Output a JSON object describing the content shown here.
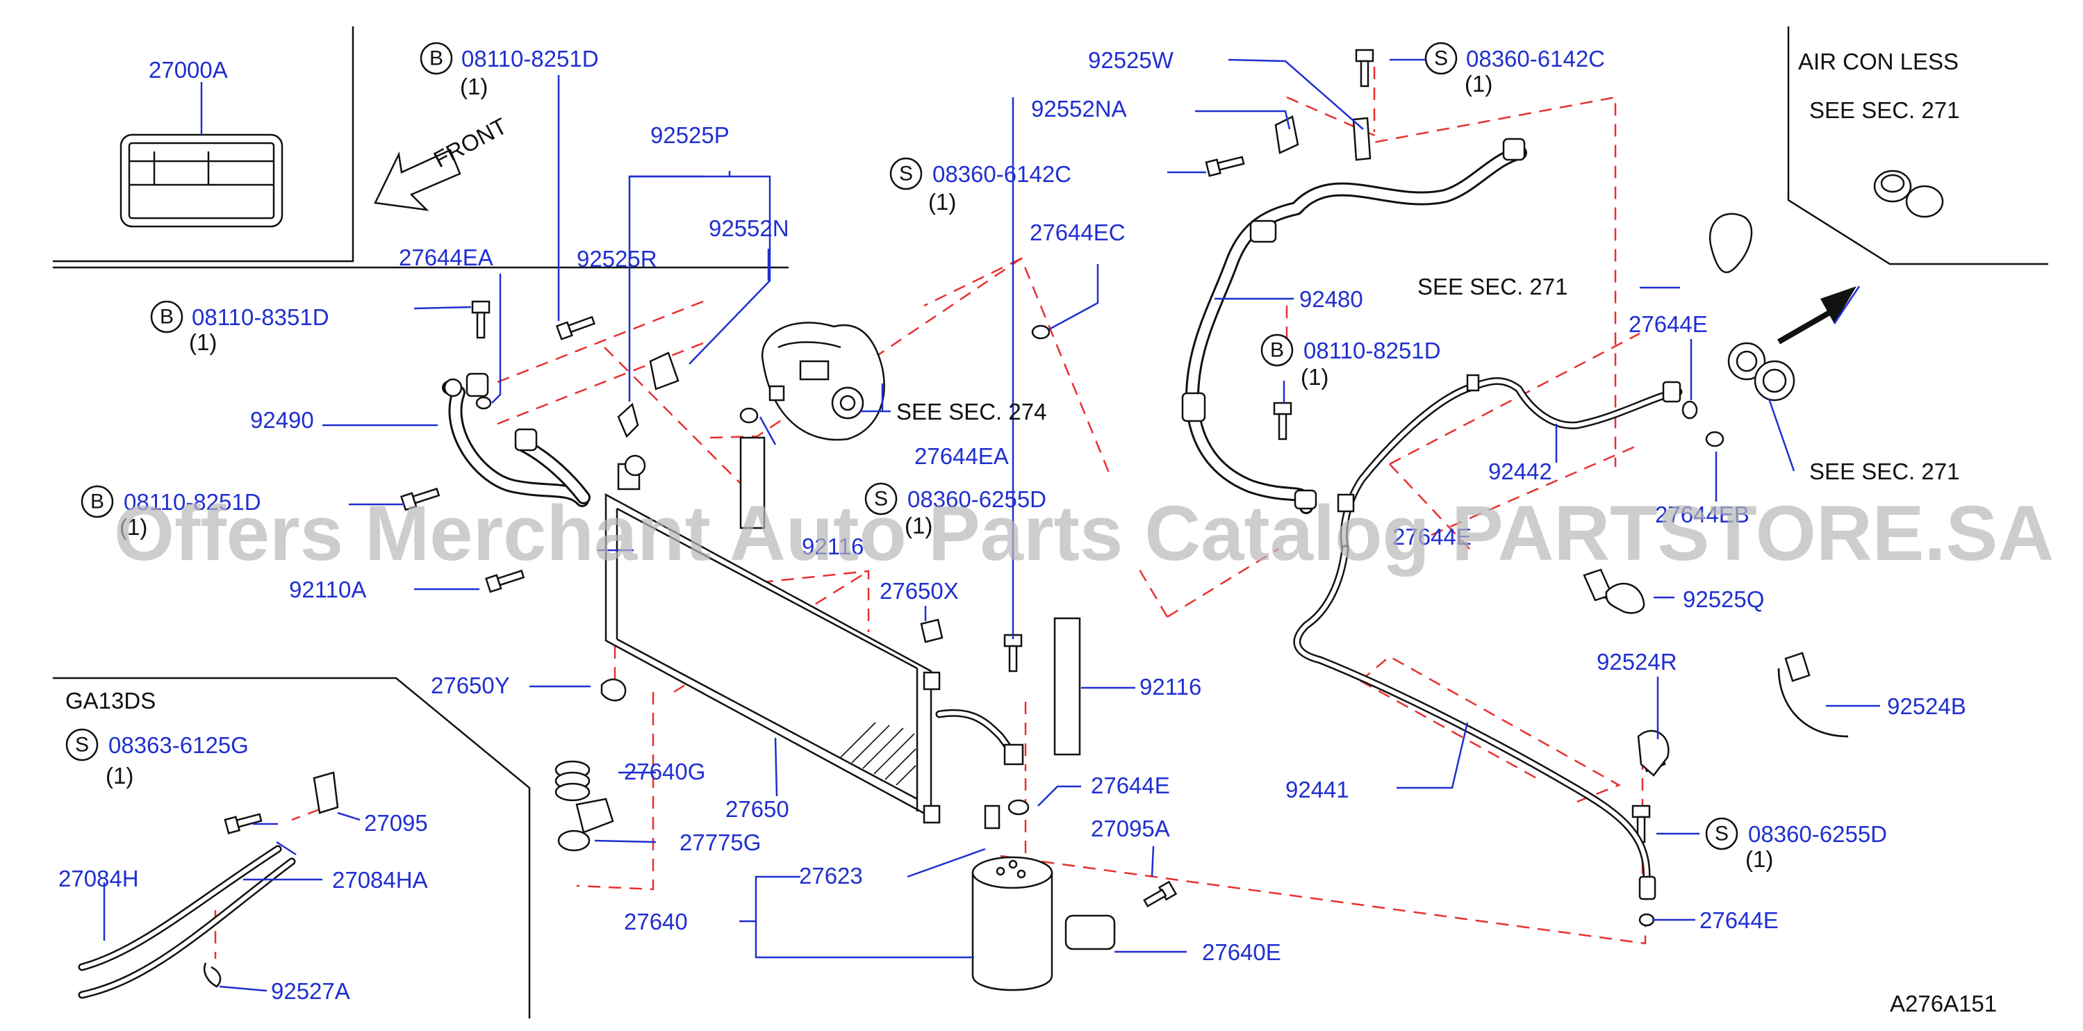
{
  "labels": {
    "p27000A": "27000A",
    "front": "FRONT",
    "p27644EA_1": "27644EA",
    "p27644EA_2": "27644EA",
    "p92490": "92490",
    "p92110A": "92110A",
    "p92525P": "92525P",
    "p92525R": "92525R",
    "p92552N": "92552N",
    "p92116_1": "92116",
    "p27650X": "27650X",
    "p27650Y": "27650Y",
    "p27640G": "27640G",
    "p27775G": "27775G",
    "p27650": "27650",
    "p92116_2": "92116",
    "p27644E_1": "27644E",
    "p27095A": "27095A",
    "p27623": "27623",
    "p27640": "27640",
    "p27640E": "27640E",
    "p27644EC": "27644EC",
    "p92525W": "92525W",
    "p92552NA": "92552NA",
    "p92480": "92480",
    "p92442": "92442",
    "p27644E_2": "27644E",
    "p27644EB": "27644EB",
    "p27644E_3": "27644E",
    "p92525Q": "92525Q",
    "p92524R": "92524R",
    "p92524B": "92524B",
    "p92441": "92441",
    "p27644E_4": "27644E",
    "p27095": "27095",
    "p27084H": "27084H",
    "p27084HA": "27084HA",
    "p92527A": "92527A",
    "ga13ds": "GA13DS",
    "airconless": "AIR  CON  LESS",
    "see271_a": "SEE  SEC.  271",
    "see271_b": "SEE  SEC.  271",
    "see271_c": "SEE  SEC.  271",
    "see274": "SEE  SEC.  274",
    "figref": "A276A151"
  },
  "fasteners": {
    "f1": {
      "badge": "B",
      "code": "08110-8251D",
      "qty": "(1)"
    },
    "f2": {
      "badge": "B",
      "code": "08110-8351D",
      "qty": "(1)"
    },
    "f3": {
      "badge": "B",
      "code": "08110-8251D",
      "qty": "(1)"
    },
    "f4": {
      "badge": "S",
      "code": "08360-6142C",
      "qty": "(1)"
    },
    "f5": {
      "badge": "S",
      "code": "08360-6255D",
      "qty": "(1)"
    },
    "f6": {
      "badge": "S",
      "code": "08360-6142C",
      "qty": "(1)"
    },
    "f7": {
      "badge": "B",
      "code": "08110-8251D",
      "qty": "(1)"
    },
    "f8": {
      "badge": "S",
      "code": "08360-6255D",
      "qty": "(1)"
    },
    "f9": {
      "badge": "S",
      "code": "08363-6125G",
      "qty": "(1)"
    }
  },
  "watermark": "Offers Merchant Auto Parts Catalog PARTSTORE.SA",
  "colors": {
    "callout": "#1f2fd0",
    "phantom_line": "#e8302f",
    "ink": "#111111",
    "watermark": "#b8b8b8"
  }
}
